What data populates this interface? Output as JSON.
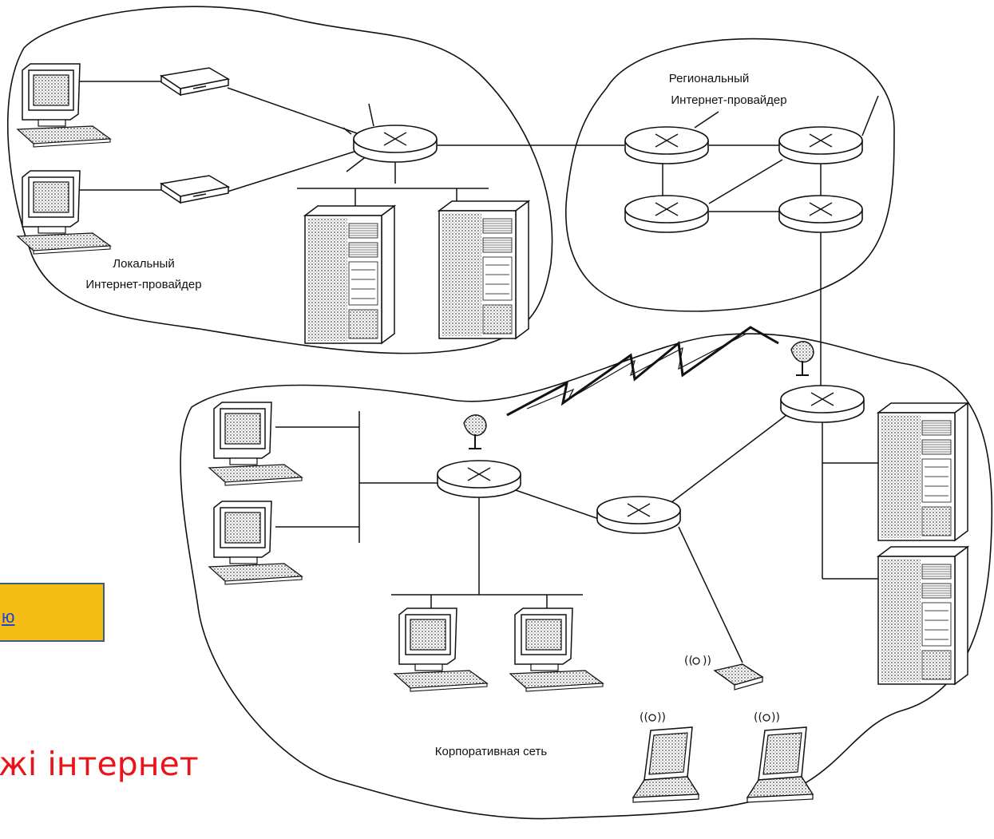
{
  "diagram": {
    "local_isp_label": [
      "Локальный",
      "Интернет-провайдер"
    ],
    "regional_isp_label": [
      "Региональный",
      "Интернет-провайдер"
    ],
    "corporate_label": "Корпоративная сеть"
  },
  "menu_button": {
    "label": "ю"
  },
  "caption": "жі інтернет",
  "colors": {
    "button_bg": "#f5bd14",
    "button_border": "#3b5a85",
    "link": "#1f45d6",
    "caption": "#e8141a"
  }
}
